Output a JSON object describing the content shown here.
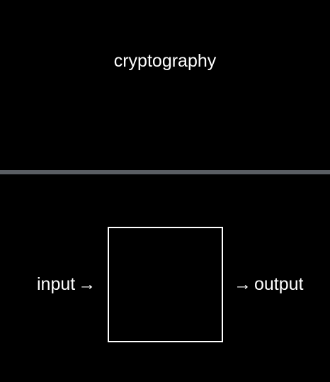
{
  "top": {
    "title": "cryptography"
  },
  "diagram": {
    "input_label": "input",
    "output_label": "output",
    "arrow_glyph": "→"
  },
  "colors": {
    "background": "#000000",
    "foreground": "#ffffff",
    "divider": "#5a5e63"
  }
}
